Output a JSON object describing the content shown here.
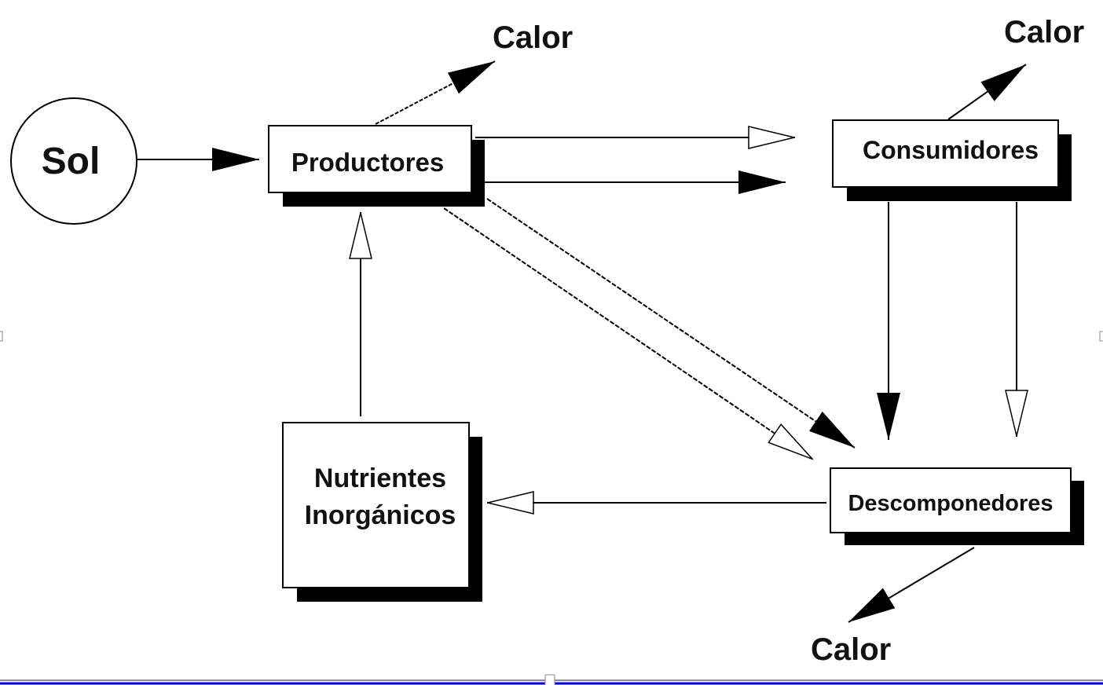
{
  "nodes": {
    "sol": "Sol",
    "productores": "Productores",
    "consumidores": "Consumidores",
    "descomponedores": "Descomponedores",
    "nutrientes_line1": "Nutrientes",
    "nutrientes_line2": "Inorgánicos"
  },
  "heat_labels": [
    "Calor",
    "Calor",
    "Calor"
  ],
  "legend_colors": {
    "line": "#000000",
    "frame_gray": "#8c8c8c",
    "frame_blue": "#0000ee"
  }
}
